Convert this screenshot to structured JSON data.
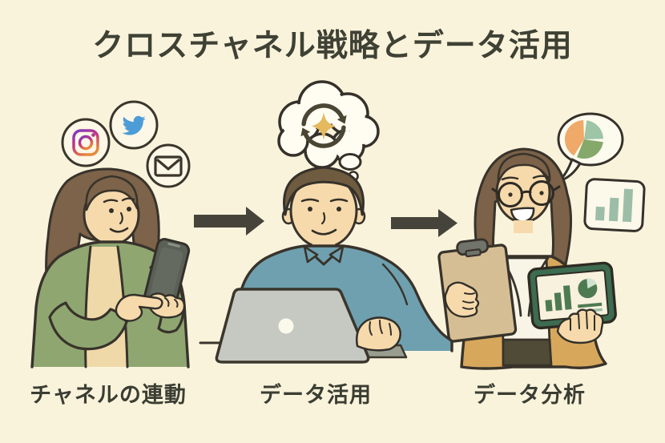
{
  "title": "クロスチャネル戦略とデータ活用",
  "steps": [
    {
      "label": "チャネルの連動"
    },
    {
      "label": "データ活用"
    },
    {
      "label": "データ分析"
    }
  ],
  "icons": {
    "left_channel_icons": [
      "instagram-icon",
      "twitter-icon",
      "email-icon"
    ],
    "middle_icons": [
      "thought-bubble",
      "sync-icon",
      "sparkle-icon"
    ],
    "right_icons": [
      "speech-bubble",
      "pie-chart-icon",
      "bar-chart-icon",
      "tablet-bar-chart",
      "tablet-pie-chart"
    ]
  },
  "palette": {
    "background": "#FAF3DC",
    "ink": "#38332B",
    "title_text": "#3E4134",
    "arrow": "#46443A",
    "twitter_blue": "#4C9CD8",
    "sparkle_gold": "#E5B95E",
    "pie_orange": "#EFA968",
    "pie_light_green": "#9DC5A6",
    "pie_dark_green": "#85A86B",
    "bar_sage": "#9CBEA8",
    "chart_green": "#4E7A52",
    "cardigan_green": "#8FA671",
    "shirt_blue": "#6FA0AF",
    "blazer_camel": "#D7A75C",
    "laptop_gray": "#C6C9C1",
    "clipboard_tan": "#D6BE94",
    "tablet_green": "#3D6C50",
    "skin": "#F6DAAC"
  }
}
